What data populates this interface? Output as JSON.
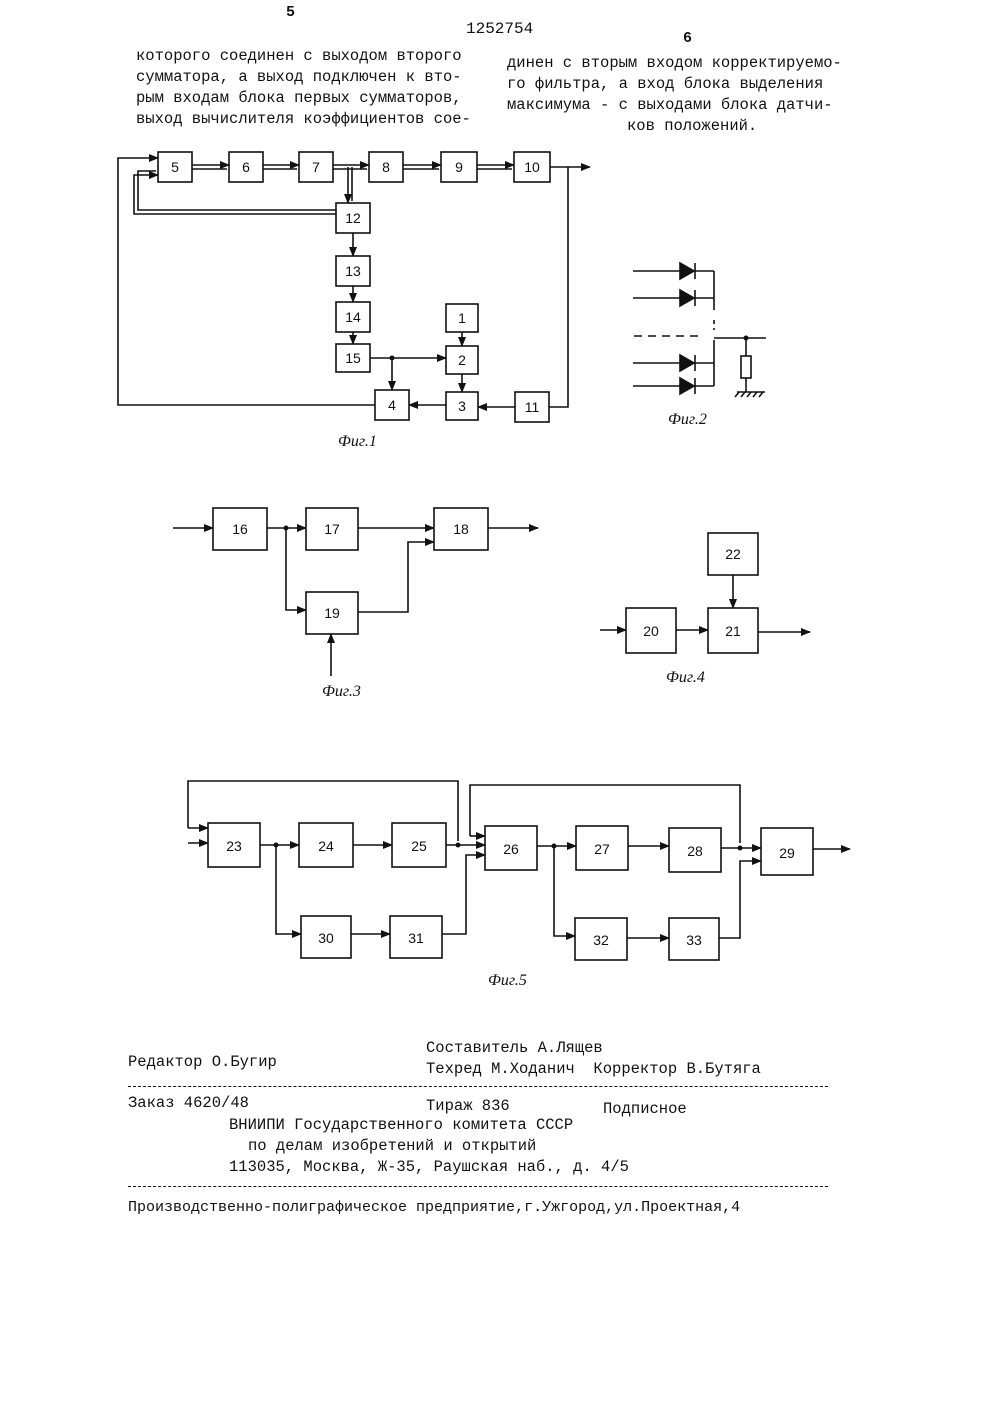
{
  "header": {
    "left_page": "5",
    "patent_no": "1252754",
    "right_page": "6"
  },
  "text_left": [
    "которого соединен с выходом второго",
    "сумматора, а выход подключен к вто-",
    "рым входам блока первых сумматоров,",
    "выход вычислителя коэффициентов сое-"
  ],
  "text_right": [
    "динен с вторым входом корректируемо-",
    "го фильтра, а вход блока выделения",
    "максимума - с выходами блока датчи-",
    "ков положений."
  ],
  "figures": {
    "fig1": {
      "caption": "Фиг.1",
      "blocks": [
        "1",
        "2",
        "3",
        "4",
        "5",
        "6",
        "7",
        "8",
        "9",
        "10",
        "11",
        "12",
        "13",
        "14",
        "15"
      ]
    },
    "fig2": {
      "caption": "Фиг.2"
    },
    "fig3": {
      "caption": "Фиг.3",
      "blocks": [
        "16",
        "17",
        "18",
        "19"
      ]
    },
    "fig4": {
      "caption": "Фиг.4",
      "blocks": [
        "20",
        "21",
        "22"
      ]
    },
    "fig5": {
      "caption": "Фиг.5",
      "blocks": [
        "23",
        "24",
        "25",
        "26",
        "27",
        "28",
        "29",
        "30",
        "31",
        "32",
        "33"
      ]
    }
  },
  "imprint": {
    "composer": "Составитель А.Лящев",
    "editor": "Редактор О.Бугир",
    "techred_corrector": "Техред М.Ходанич  Корректор В.Бутяга",
    "order": "Заказ 4620/48",
    "circulation": "Тираж 836",
    "subscription": "Подписное",
    "org1": "ВНИИПИ Государственного комитета СССР",
    "org2": "по делам изобретений и открытий",
    "address": "113035, Москва, Ж-35, Раушская наб., д. 4/5",
    "printer": "Производственно-полиграфическое предприятие,г.Ужгород,ул.Проектная,4"
  }
}
